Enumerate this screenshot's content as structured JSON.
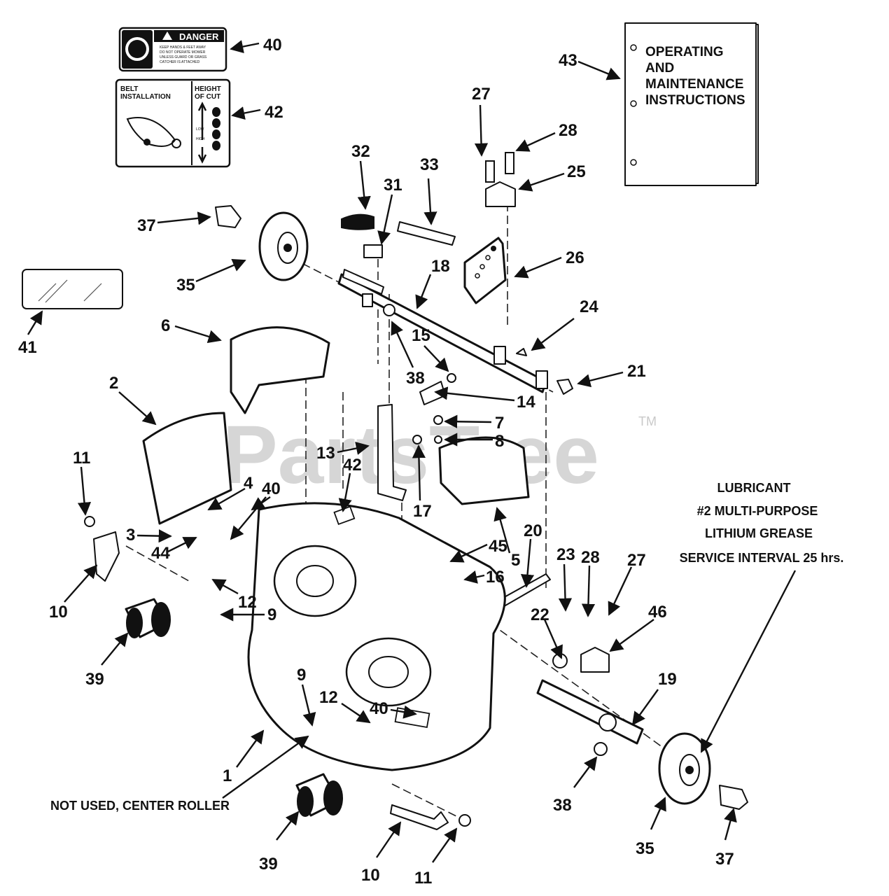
{
  "watermark": {
    "brand": "PartsTree",
    "tm": "TM"
  },
  "manual": {
    "lines": [
      "OPERATING",
      "AND",
      "MAINTENANCE",
      "INSTRUCTIONS"
    ]
  },
  "danger_decal": {
    "heading": "DANGER",
    "body_lines": [
      "KEEP HANDS & FEET AWAY",
      "DO NOT OPERATE MOWER",
      "UNLESS GUARD OR GRASS",
      "CATCHER IS ATTACHED"
    ]
  },
  "height_decal": {
    "belt_title_1": "BELT",
    "belt_title_2": "INSTALLATION",
    "cut_title_1": "HEIGHT",
    "cut_title_2": "OF CUT",
    "low": "LOW",
    "high": "HIGH"
  },
  "lubricant_note": {
    "lines": [
      "LUBRICANT",
      "#2 MULTI-PURPOSE",
      "LITHIUM GREASE",
      "SERVICE INTERVAL 25 hrs."
    ]
  },
  "center_roller_note": "NOT USED, CENTER ROLLER",
  "callouts": [
    {
      "id": "c40a",
      "label": "40"
    },
    {
      "id": "c42a",
      "label": "42"
    },
    {
      "id": "c43",
      "label": "43"
    },
    {
      "id": "c27a",
      "label": "27"
    },
    {
      "id": "c28a",
      "label": "28"
    },
    {
      "id": "c25",
      "label": "25"
    },
    {
      "id": "c32",
      "label": "32"
    },
    {
      "id": "c31",
      "label": "31"
    },
    {
      "id": "c33",
      "label": "33"
    },
    {
      "id": "c37a",
      "label": "37"
    },
    {
      "id": "c26",
      "label": "26"
    },
    {
      "id": "c18",
      "label": "18"
    },
    {
      "id": "c35a",
      "label": "35"
    },
    {
      "id": "c41",
      "label": "41"
    },
    {
      "id": "c24",
      "label": "24"
    },
    {
      "id": "c6",
      "label": "6"
    },
    {
      "id": "c15",
      "label": "15"
    },
    {
      "id": "c21",
      "label": "21"
    },
    {
      "id": "c38a",
      "label": "38"
    },
    {
      "id": "c14",
      "label": "14"
    },
    {
      "id": "c2",
      "label": "2"
    },
    {
      "id": "c7",
      "label": "7"
    },
    {
      "id": "c8",
      "label": "8"
    },
    {
      "id": "c13",
      "label": "13"
    },
    {
      "id": "c42b",
      "label": "42"
    },
    {
      "id": "c11a",
      "label": "11"
    },
    {
      "id": "c4",
      "label": "4"
    },
    {
      "id": "c40b",
      "label": "40"
    },
    {
      "id": "c17",
      "label": "17"
    },
    {
      "id": "c3",
      "label": "3"
    },
    {
      "id": "c44",
      "label": "44"
    },
    {
      "id": "c20",
      "label": "20"
    },
    {
      "id": "c45",
      "label": "45"
    },
    {
      "id": "c5",
      "label": "5"
    },
    {
      "id": "c23",
      "label": "23"
    },
    {
      "id": "c28b",
      "label": "28"
    },
    {
      "id": "c27b",
      "label": "27"
    },
    {
      "id": "c16",
      "label": "16"
    },
    {
      "id": "c10a",
      "label": "10"
    },
    {
      "id": "c12a",
      "label": "12"
    },
    {
      "id": "c9a",
      "label": "9"
    },
    {
      "id": "c22",
      "label": "22"
    },
    {
      "id": "c46",
      "label": "46"
    },
    {
      "id": "c39a",
      "label": "39"
    },
    {
      "id": "c19",
      "label": "19"
    },
    {
      "id": "c9b",
      "label": "9"
    },
    {
      "id": "c12b",
      "label": "12"
    },
    {
      "id": "c40c",
      "label": "40"
    },
    {
      "id": "c1",
      "label": "1"
    },
    {
      "id": "c38b",
      "label": "38"
    },
    {
      "id": "c35b",
      "label": "35"
    },
    {
      "id": "c37b",
      "label": "37"
    },
    {
      "id": "c39b",
      "label": "39"
    },
    {
      "id": "c10b",
      "label": "10"
    },
    {
      "id": "c11b",
      "label": "11"
    }
  ]
}
